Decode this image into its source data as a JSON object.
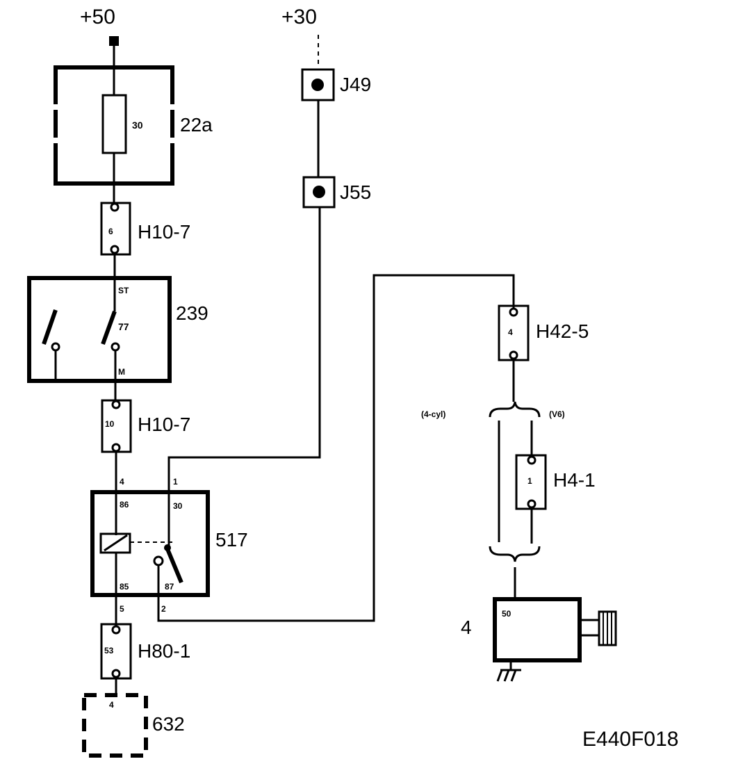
{
  "supplies": {
    "plus50": "+50",
    "plus30": "+30"
  },
  "fuse": {
    "id": "22a",
    "rating": "30"
  },
  "junctions": {
    "j49": "J49",
    "j55": "J55"
  },
  "connectors": {
    "h10_top": {
      "id": "H10-7",
      "pin": "6"
    },
    "h10_bottom": {
      "id": "H10-7",
      "pin": "10"
    },
    "h42": {
      "id": "H42-5",
      "pin": "4"
    },
    "h4": {
      "id": "H4-1",
      "pin": "1"
    },
    "h80": {
      "id": "H80-1",
      "pin": "53"
    }
  },
  "ignition_switch": {
    "id": "239",
    "term_st": "ST",
    "term_77": "77",
    "term_m": "M"
  },
  "relay": {
    "id": "517",
    "wire_4": "4",
    "wire_1": "1",
    "wire_5": "5",
    "wire_2": "2",
    "term_86": "86",
    "term_30": "30",
    "term_85": "85",
    "term_87": "87"
  },
  "variants": {
    "left": "(4-cyl)",
    "right": "(V6)"
  },
  "starter": {
    "id": "4",
    "term": "50"
  },
  "module": {
    "id": "632",
    "pin": "4"
  },
  "drawing_code": "E440F018"
}
